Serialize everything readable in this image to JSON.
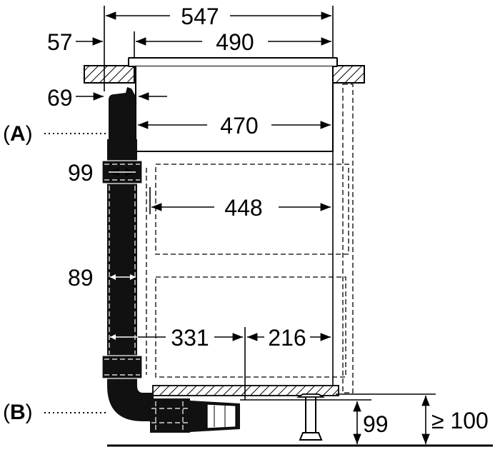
{
  "dimensions": {
    "d547": "547",
    "d490": "490",
    "d57": "57",
    "d69": "69",
    "d470": "470",
    "d448": "448",
    "d99_duct": "99",
    "d89": "89",
    "d331": "331",
    "d216": "216",
    "d99_base": "99",
    "d100": "≥ 100"
  },
  "callouts": {
    "a": {
      "open": "(",
      "letter": "A",
      "close": ")"
    },
    "b": {
      "open": "(",
      "letter": "B",
      "close": ")"
    }
  },
  "colors": {
    "line": "#000000",
    "duct": "#111111",
    "hatch_fill": "#ffffff"
  }
}
